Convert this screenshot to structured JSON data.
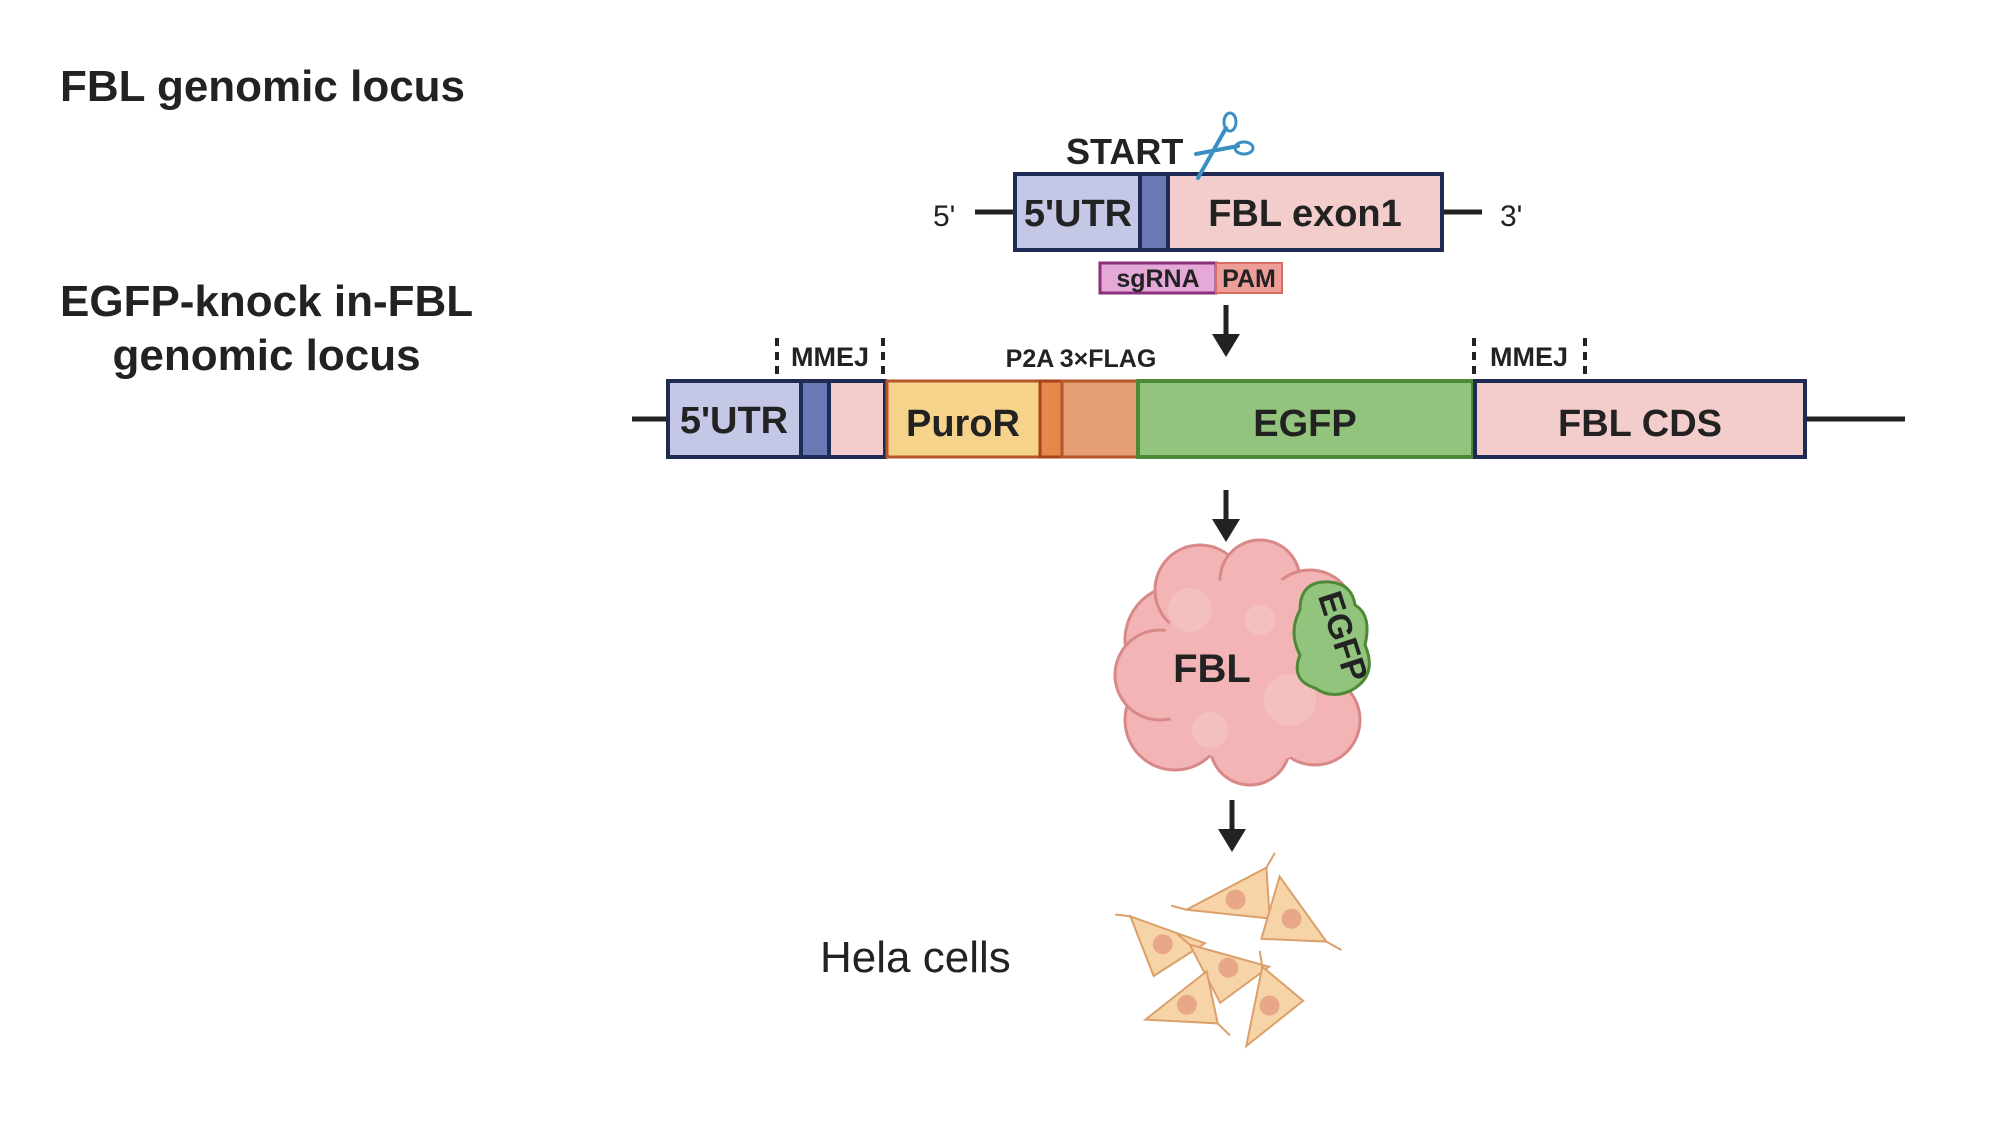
{
  "headings": {
    "wildtype": "FBL genomic locus",
    "knockin_line1": "EGFP-knock in-FBL",
    "knockin_line2": "genomic locus"
  },
  "wildtype_locus": {
    "start_label": "START",
    "five_prime": "5'",
    "three_prime": "3'",
    "utr_label": "5'UTR",
    "exon_label": "FBL exon1",
    "sgrna_label": "sgRNA",
    "pam_label": "PAM"
  },
  "knockin_locus": {
    "mmej_left": "MMEJ",
    "mmej_right": "MMEJ",
    "p2a_label": "P2A",
    "flag_label": "3×FLAG",
    "utr_label": "5'UTR",
    "puror_label": "PuroR",
    "egfp_label": "EGFP",
    "cds_label": "FBL CDS"
  },
  "protein": {
    "fbl_label": "FBL",
    "egfp_label": "EGFP"
  },
  "cells": {
    "label": "Hela cells"
  },
  "colors": {
    "outline": "#1f2a55",
    "utr": "#c4c8e6",
    "start_codon": "#6a78b4",
    "exon": "#f3cccc",
    "sgrna": "#e5a9d8",
    "sgrna_border": "#8c2f7a",
    "pam": "#ee9e98",
    "puror": "#f6d38a",
    "p2a": "#e5894a",
    "flag": "#e59f72",
    "egfp": "#93c47d",
    "egfp_border": "#4e8a36",
    "protein": "#f2b4b4",
    "cell": "#f7d4a8"
  }
}
